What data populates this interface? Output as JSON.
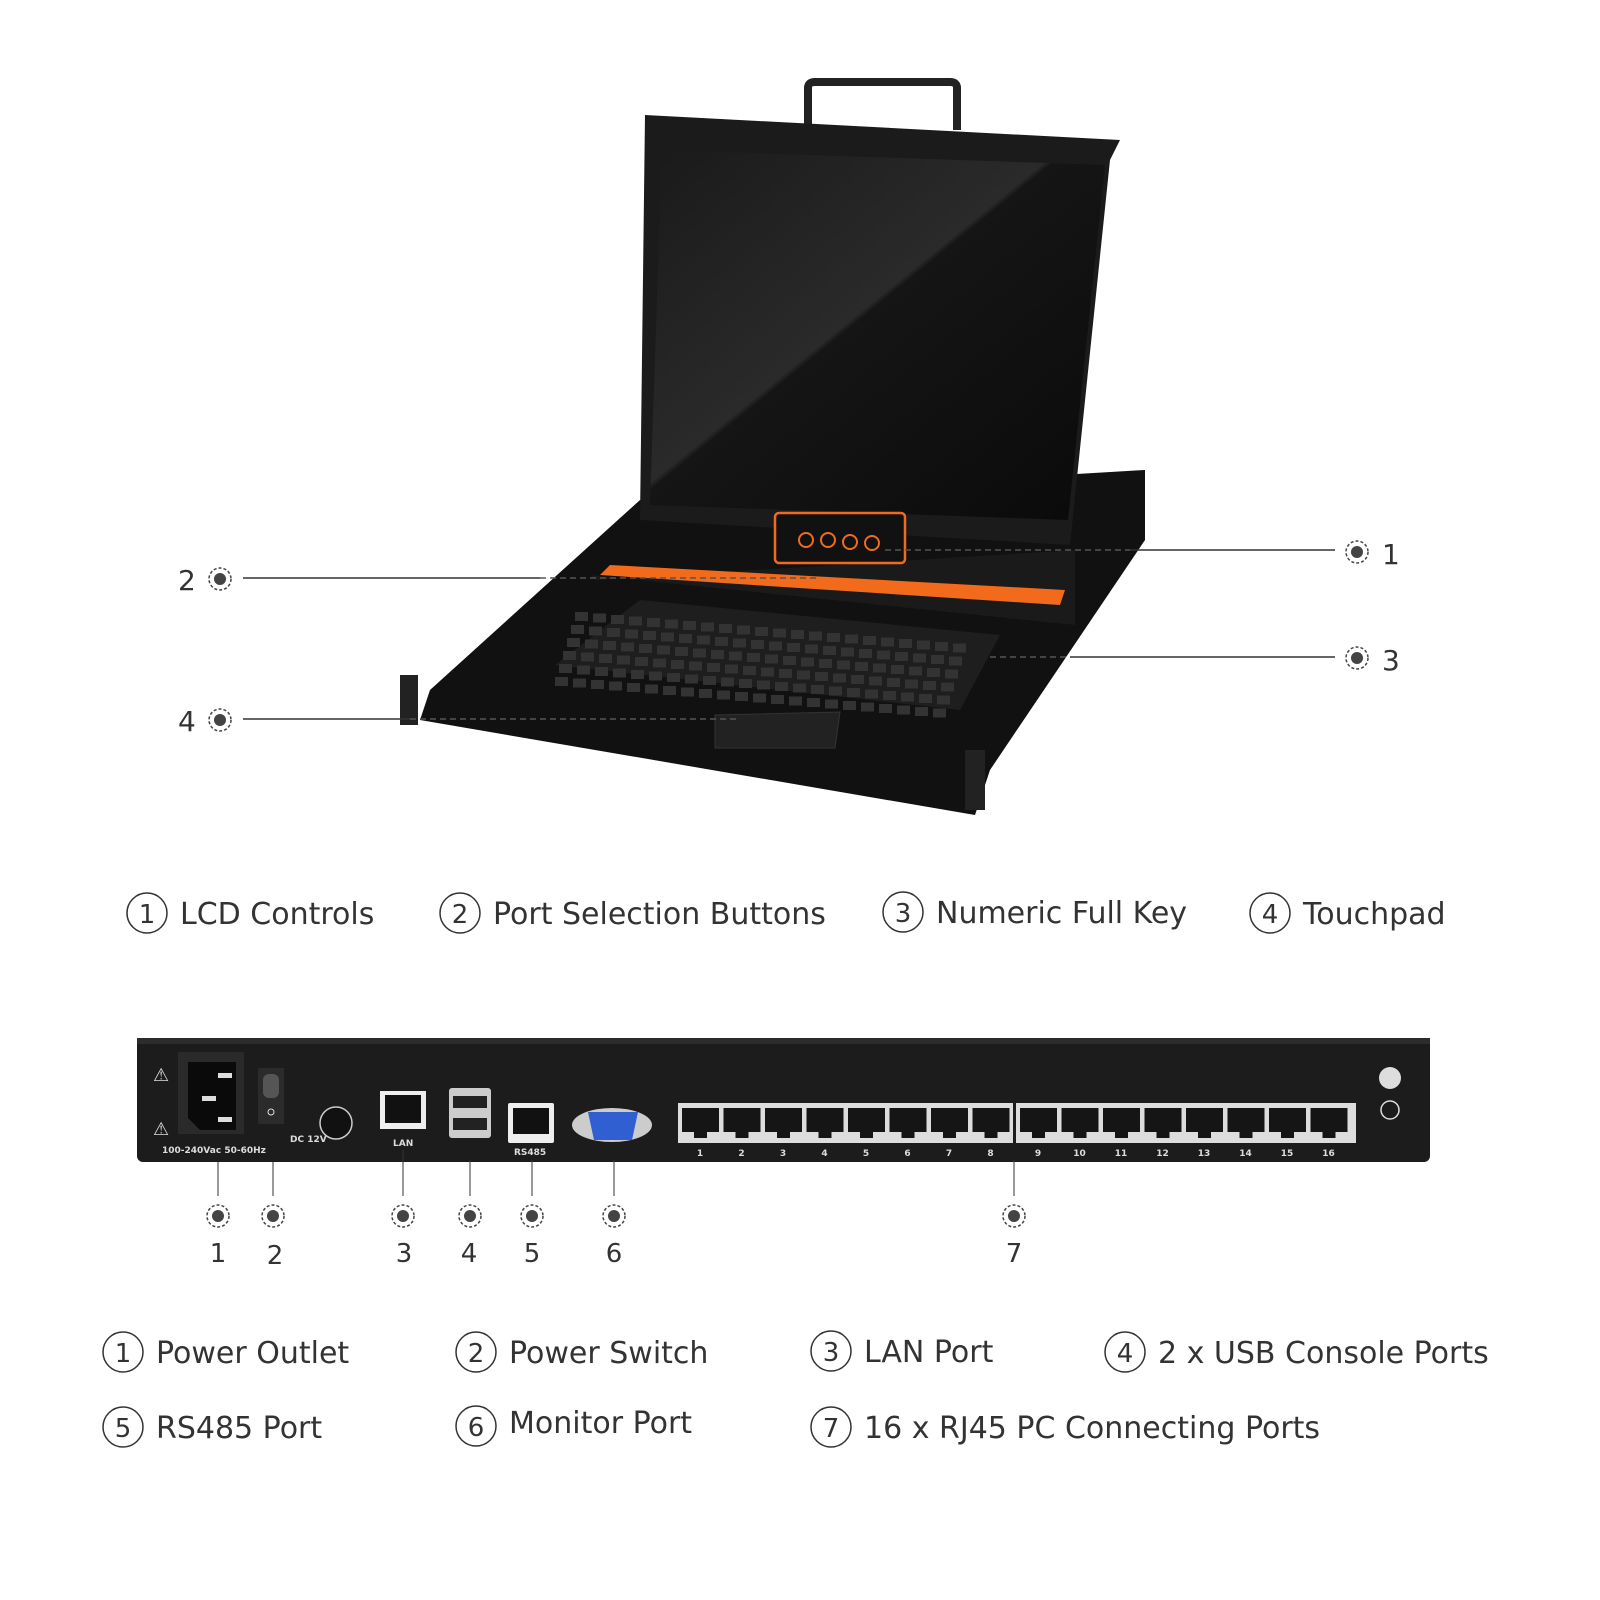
{
  "front_callouts": [
    {
      "number": "1"
    },
    {
      "number": "2"
    },
    {
      "number": "3"
    },
    {
      "number": "4"
    }
  ],
  "front_legend": [
    {
      "number": "1",
      "label": "LCD Controls"
    },
    {
      "number": "2",
      "label": "Port Selection Buttons"
    },
    {
      "number": "3",
      "label": "Numeric Full Key"
    },
    {
      "number": "4",
      "label": "Touchpad"
    }
  ],
  "rear_panel": {
    "power_rating": "100-240Vac 50-60Hz",
    "dc_label": "DC 12V",
    "lan_label": "LAN",
    "rs485_label": "RS485",
    "port_numbers": [
      "1",
      "2",
      "3",
      "4",
      "5",
      "6",
      "7",
      "8",
      "9",
      "10",
      "11",
      "12",
      "13",
      "14",
      "15",
      "16"
    ]
  },
  "rear_callouts": [
    {
      "number": "1"
    },
    {
      "number": "2"
    },
    {
      "number": "3"
    },
    {
      "number": "4"
    },
    {
      "number": "5"
    },
    {
      "number": "6"
    },
    {
      "number": "7"
    }
  ],
  "rear_legend": [
    {
      "number": "1",
      "label": "Power Outlet"
    },
    {
      "number": "2",
      "label": "Power Switch"
    },
    {
      "number": "3",
      "label": "LAN Port"
    },
    {
      "number": "4",
      "label": "2 x USB Console Ports"
    },
    {
      "number": "5",
      "label": "RS485 Port"
    },
    {
      "number": "6",
      "label": "Monitor Port"
    },
    {
      "number": "7",
      "label": "16 x RJ45 PC Connecting Ports"
    }
  ],
  "colors": {
    "accent": "#f26b1d",
    "chassis": "#1c1c1c",
    "text": "#333333",
    "vga": "#2f5fd0"
  }
}
